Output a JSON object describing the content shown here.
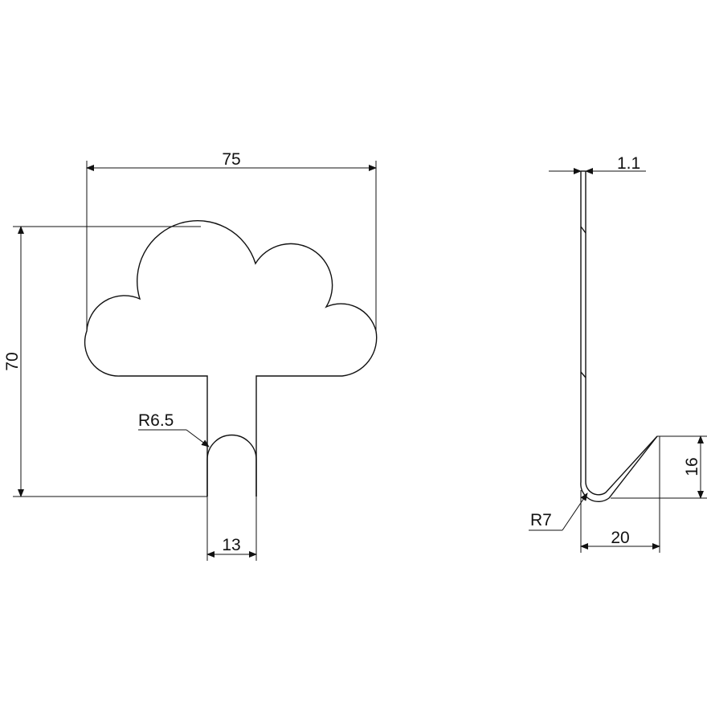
{
  "front_view": {
    "width_label": "75",
    "height_label": "70",
    "radius_label": "R6.5",
    "stem_width_label": "13"
  },
  "side_view": {
    "thickness_label": "1.1",
    "radius_label": "R7",
    "depth_label": "20",
    "tip_height_label": "16"
  },
  "colors": {
    "line": "#111111",
    "background": "#ffffff"
  }
}
